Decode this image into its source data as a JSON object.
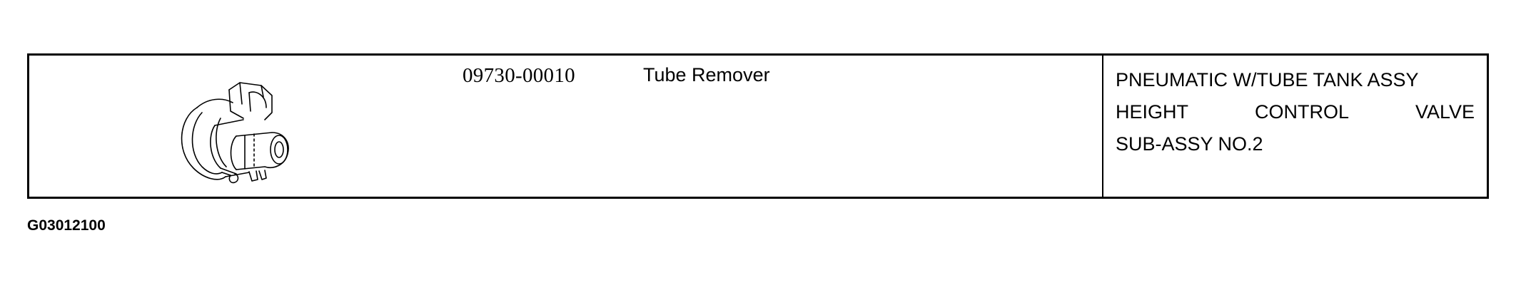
{
  "tool_row": {
    "part_number": "09730-00010",
    "tool_name": "Tube Remover",
    "applicability": {
      "line1": "PNEUMATIC W/TUBE TANK ASSY",
      "line2": [
        "HEIGHT",
        "CONTROL",
        "VALVE"
      ],
      "line3": "SUB-ASSY NO.2"
    },
    "illustration_icon": "tube-remover-tool-icon"
  },
  "figure_code": "G03012100"
}
